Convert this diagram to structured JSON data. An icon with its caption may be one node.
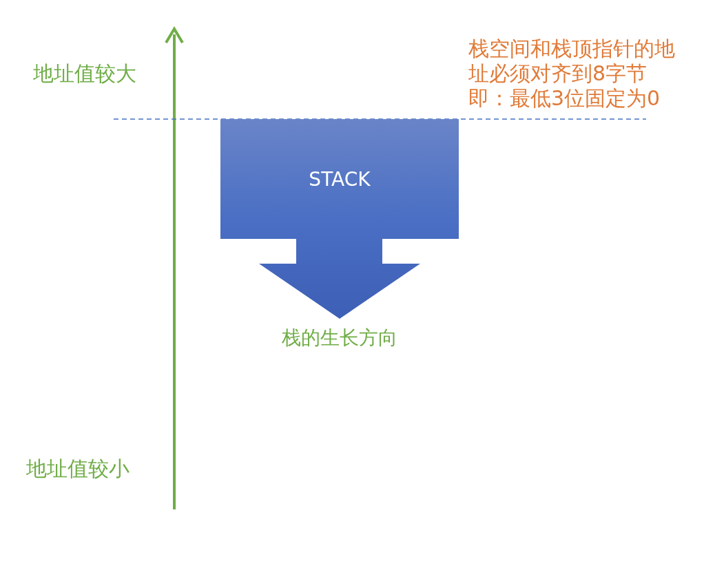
{
  "diagram": {
    "nodes": [
      {
        "text": [
          "STACK"
        ],
        "beside": [
          "栈的生长方向"
        ]
      }
    ],
    "labels": [
      "栈空间和栈顶指针的地址必须对齐到8字节即：最低3位固定为0",
      "地址值较大",
      "地址值较小"
    ]
  }
}
